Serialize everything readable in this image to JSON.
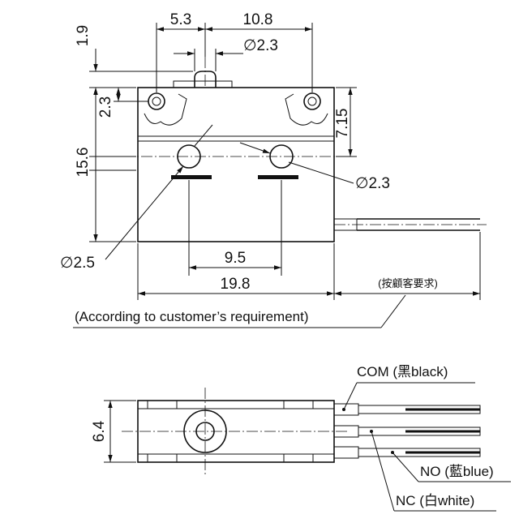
{
  "top_view": {
    "dims": {
      "d1_9": "1.9",
      "d5_3": "5.3",
      "d10_8": "10.8",
      "dia_2_3_top": "∅2.3",
      "d2_3": "2.3",
      "d7_15": "7.15",
      "d15_6": "15.6",
      "dia_2_3_right": "∅2.3",
      "dia_2_5": "∅2.5",
      "d9_5": "9.5",
      "d19_8": "19.8"
    },
    "notes": {
      "customer_req_cn": "(按顧客要求)",
      "customer_req_en": "(According to customer’s requirement)"
    }
  },
  "side_view": {
    "dims": {
      "d6_4": "6.4"
    },
    "wires": {
      "com": "COM (黑black)",
      "no": "NO (藍blue)",
      "nc": "NC (白white)"
    }
  }
}
